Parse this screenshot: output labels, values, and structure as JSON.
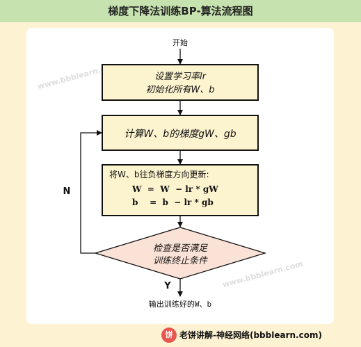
{
  "title": "梯度下降法训练BP-算法流程图",
  "watermark": "www.bbblearn.com",
  "flow": {
    "start": "开始",
    "step1_line1": "设置学习率lr",
    "step1_line2": "初始化所有W、b",
    "step2": "计算W、b的梯度gW、gb",
    "step3_heading": "将W、b往负梯度方向更新:",
    "formula_w": "W  =  W  − lr * gW",
    "formula_b": "b    =  b  − lr * gb",
    "decision_line1": "检查是否满足",
    "decision_line2": "训练终止条件",
    "label_no": "N",
    "label_yes": "Y",
    "end": "输出训练好的W、b"
  },
  "footer": {
    "icon_glyph": "饼",
    "text": "老饼讲解-神经网络(bbblearn.com)"
  },
  "colors": {
    "box_fill": "#fcf3cf",
    "decision_fill": "#fbe2d6",
    "title_bar": "#c6e2ae",
    "background": "#fdf2d2",
    "footer_icon": "#e8554f"
  }
}
